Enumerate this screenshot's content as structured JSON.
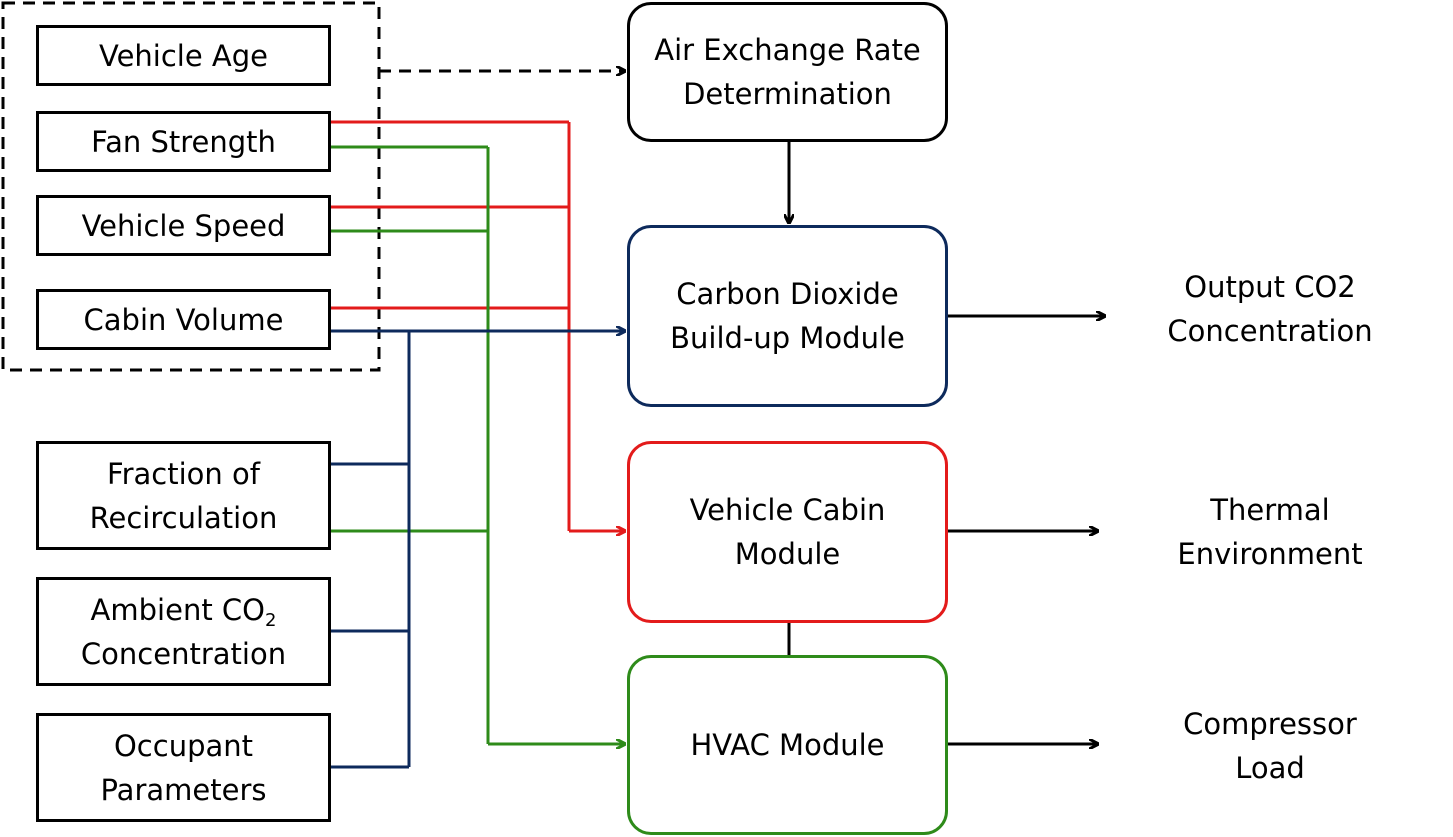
{
  "inputs": {
    "vehicle_age": "Vehicle Age",
    "fan_strength": "Fan Strength",
    "vehicle_speed": "Vehicle Speed",
    "cabin_volume": "Cabin Volume",
    "fraction_recirculation": [
      "Fraction of",
      "Recirculation"
    ],
    "ambient_co2": {
      "line1": "Ambient CO",
      "line1_sub": "2",
      "line2": "Concentration"
    },
    "occupant_parameters": [
      "Occupant",
      "Parameters"
    ]
  },
  "modules": {
    "air_exchange": [
      "Air Exchange Rate",
      "Determination"
    ],
    "co2_buildup": [
      "Carbon Dioxide",
      "Build-up Module"
    ],
    "vehicle_cabin": [
      "Vehicle Cabin",
      "Module"
    ],
    "hvac": "HVAC Module"
  },
  "outputs": {
    "co2": [
      "Output CO2",
      "Concentration"
    ],
    "thermal": [
      "Thermal",
      "Environment"
    ],
    "compressor": [
      "Compressor",
      "Load"
    ]
  },
  "colors": {
    "black": "#000000",
    "red": "#e31b1b",
    "green": "#2e8b1a",
    "navy": "#0d2a5c"
  }
}
